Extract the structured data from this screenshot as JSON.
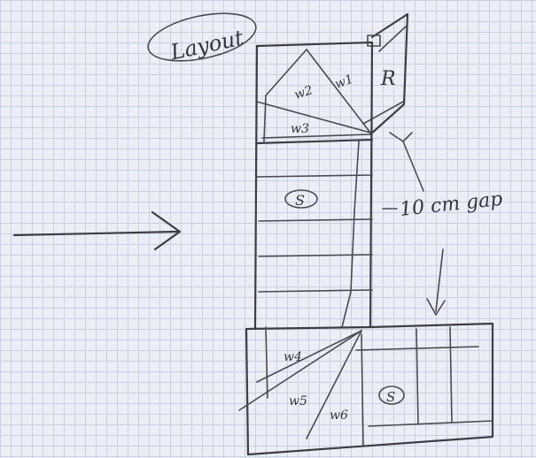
{
  "title": "Layout",
  "landing_label": "R",
  "gap_label": "10 cm gap",
  "rooms": {
    "w1": "w1",
    "w2": "w2",
    "w3": "w3",
    "w4": "w4",
    "w5": "w5",
    "w6": "w6",
    "upper_flight_label": "S",
    "lower_flight_label": "S"
  }
}
